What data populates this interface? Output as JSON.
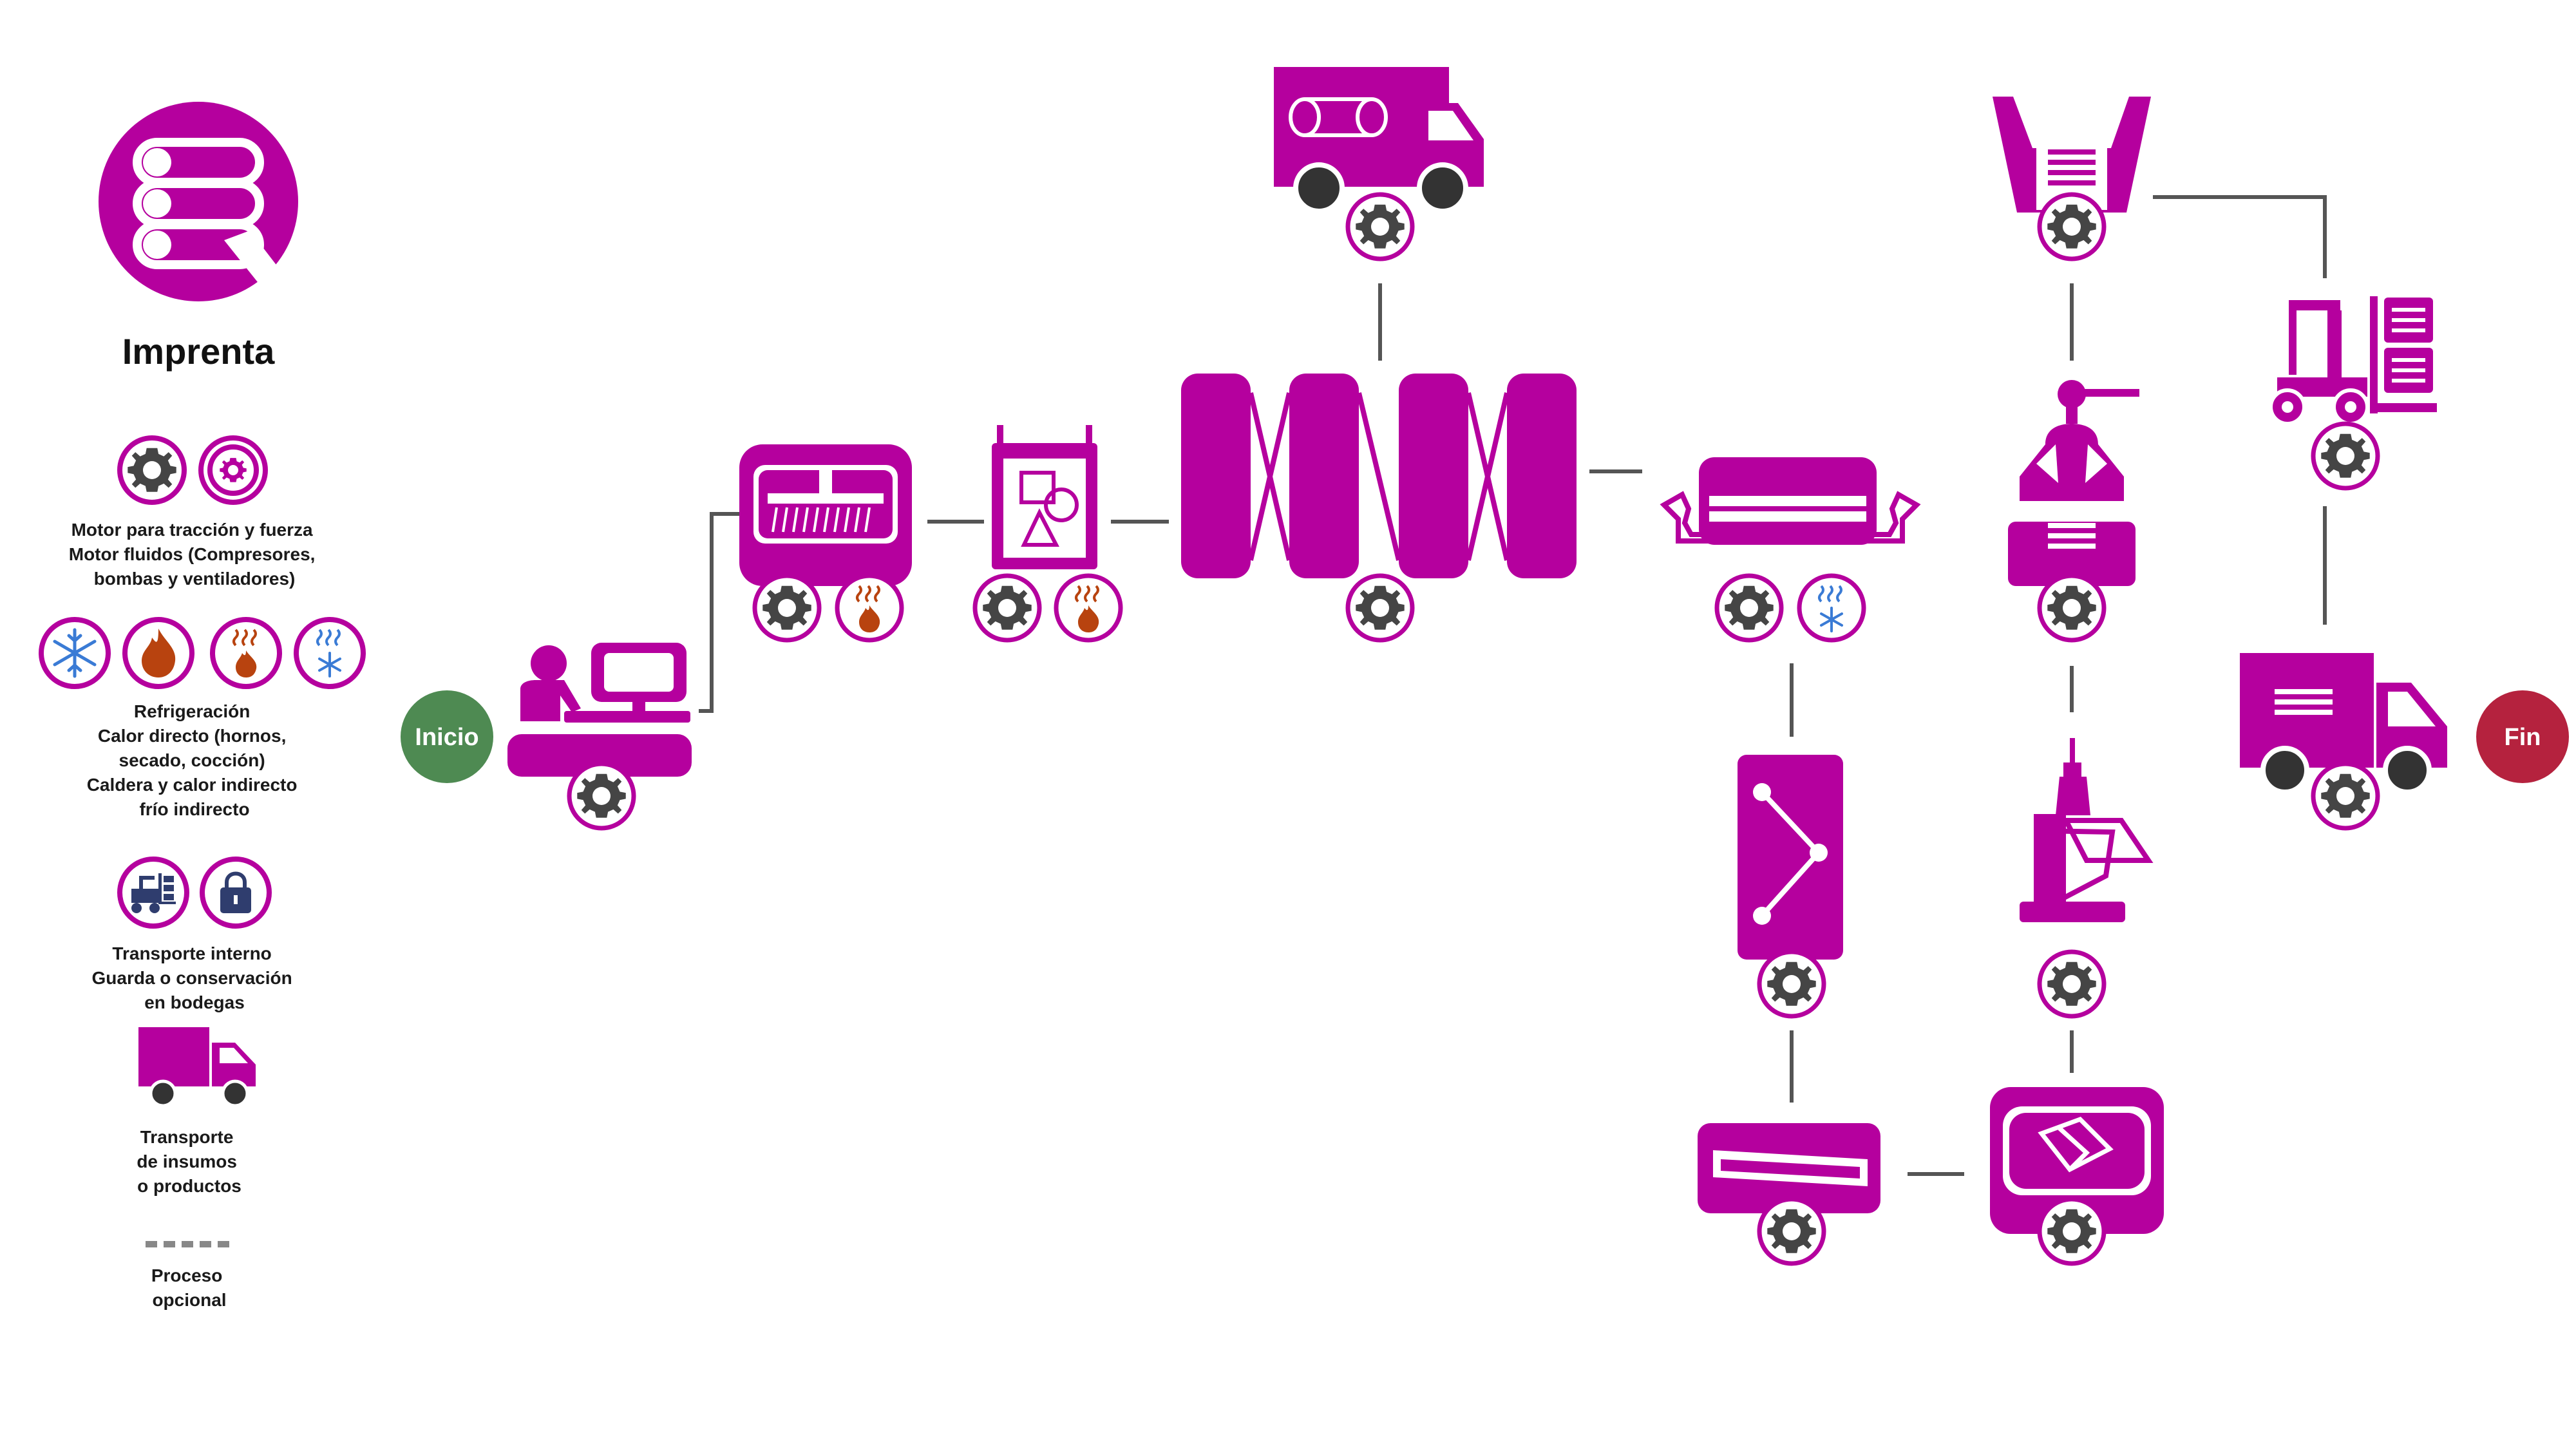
{
  "title": "Imprenta",
  "colors": {
    "primary": "#b5009e",
    "gear": "#454545",
    "connector": "#555555",
    "start": "#4e8a52",
    "end": "#b5223e",
    "flame": "#b8430f",
    "snow": "#3a7bd5",
    "navy": "#2f3d6e",
    "dash": "#888888"
  },
  "legend": {
    "motor_icons": [
      "gear-icon",
      "fan-gear-icon"
    ],
    "motor_lines": [
      "Motor para tracción y fuerza",
      "Motor fluidos (Compresores,",
      "bombas y ventiladores)"
    ],
    "thermal_icons": [
      "snowflake-icon",
      "flame-icon",
      "boiler-heat-icon",
      "indirect-cold-icon"
    ],
    "thermal_lines": [
      "Refrigeración",
      "Calor directo (hornos,",
      "secado, cocción)",
      "Caldera y calor indirecto",
      "frío indirecto"
    ],
    "internal_icons": [
      "forklift-icon",
      "padlock-icon"
    ],
    "internal_lines": [
      "Transporte interno",
      "Guarda o conservación",
      "en bodegas"
    ],
    "truck_icon": "truck-icon",
    "truck_lines": [
      "Transporte",
      "de insumos",
      "o productos"
    ],
    "optional_lines": [
      "Proceso",
      "opcional"
    ]
  },
  "flow": {
    "start_label": "Inicio",
    "end_label": "Fin",
    "steps": [
      {
        "id": "operator-computer",
        "icon": "operator-computer-icon",
        "energy": [
          "gear-icon"
        ]
      },
      {
        "id": "plate-washer",
        "icon": "washer-machine-icon",
        "energy": [
          "gear-icon",
          "flame-heat-icon"
        ]
      },
      {
        "id": "plate-design",
        "icon": "plate-design-icon",
        "energy": [
          "gear-icon",
          "flame-heat-icon"
        ]
      },
      {
        "id": "printing-press",
        "icon": "printing-rollers-icon",
        "energy": [
          "gear-icon"
        ]
      },
      {
        "id": "paper-delivery",
        "icon": "paper-roll-truck-icon",
        "energy": [
          "gear-icon"
        ]
      },
      {
        "id": "coating-tray",
        "icon": "coating-tray-icon",
        "energy": [
          "gear-icon",
          "indirect-cold-icon"
        ]
      },
      {
        "id": "folding-unit",
        "icon": "folding-unit-icon",
        "energy": [
          "gear-icon"
        ]
      },
      {
        "id": "cutting-unit",
        "icon": "cutting-unit-icon",
        "energy": [
          "gear-icon"
        ]
      },
      {
        "id": "binding-unit",
        "icon": "binding-unit-icon",
        "energy": [
          "gear-icon"
        ]
      },
      {
        "id": "gluing-unit",
        "icon": "gluing-brush-icon",
        "energy": [
          "gear-icon"
        ]
      },
      {
        "id": "stacking-press",
        "icon": "stacking-press-icon",
        "energy": [
          "gear-icon"
        ]
      },
      {
        "id": "collecting-cart",
        "icon": "collecting-cart-icon",
        "energy": [
          "gear-icon"
        ]
      },
      {
        "id": "warehouse-forklift",
        "icon": "forklift-icon",
        "energy": [
          "gear-icon"
        ]
      },
      {
        "id": "product-dispatch",
        "icon": "delivery-truck-icon",
        "energy": [
          "gear-icon"
        ]
      }
    ]
  }
}
